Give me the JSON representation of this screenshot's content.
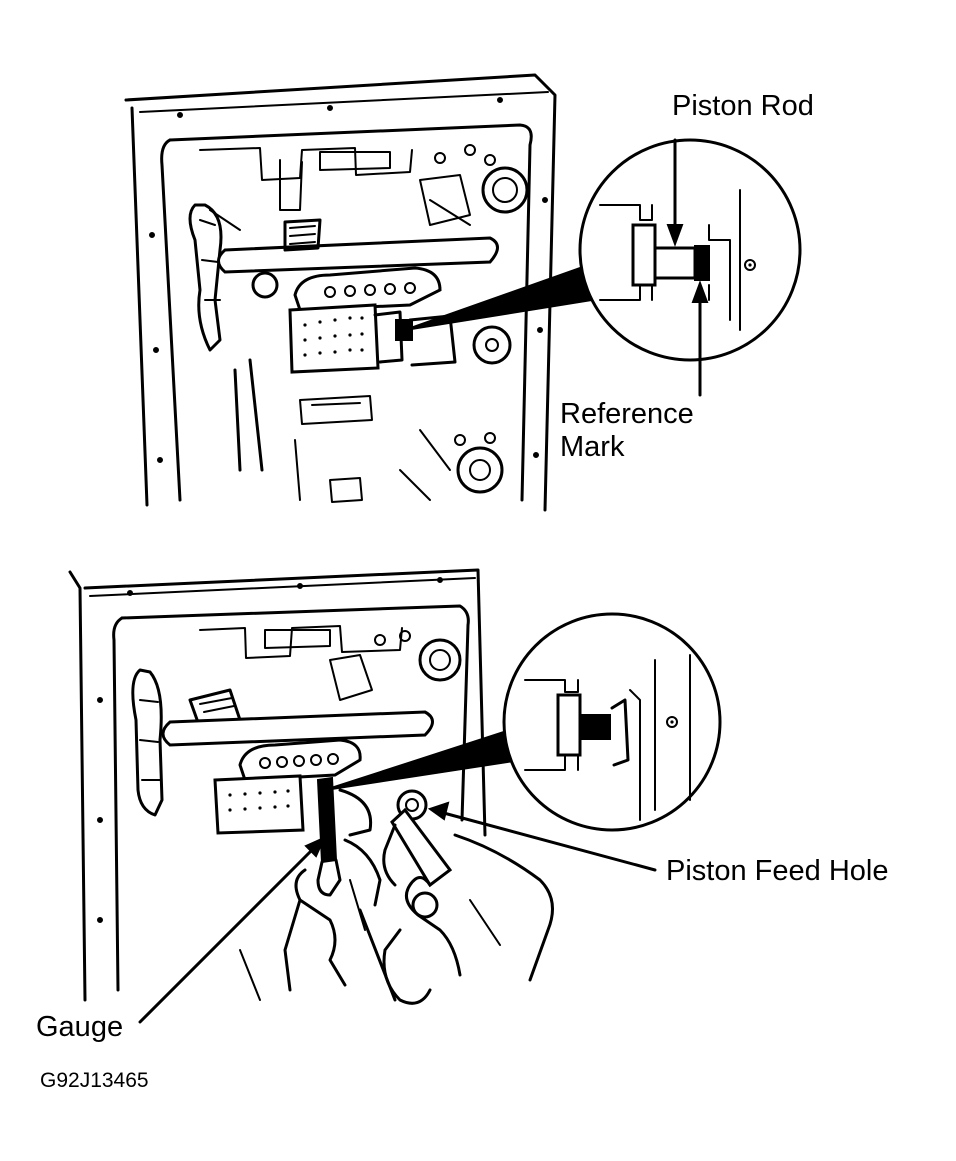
{
  "labels": {
    "piston_rod": "Piston Rod",
    "reference_mark": "Reference\nMark",
    "piston_feed_hole": "Piston Feed Hole",
    "gauge": "Gauge"
  },
  "figure_code": "G92J13465"
}
